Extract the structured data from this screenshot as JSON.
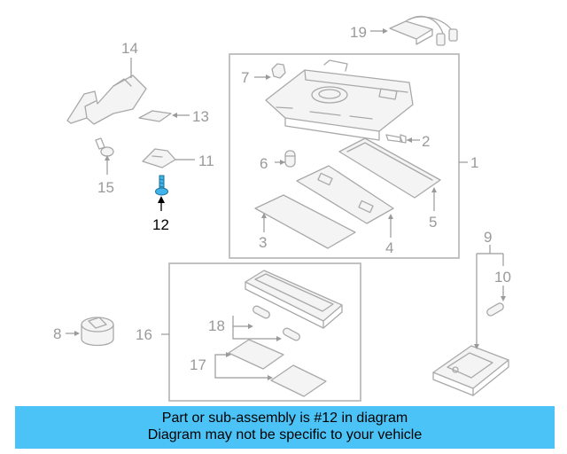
{
  "callouts": {
    "c1": "1",
    "c2": "2",
    "c3": "3",
    "c4": "4",
    "c5": "5",
    "c6": "6",
    "c7": "7",
    "c8": "8",
    "c9": "9",
    "c10": "10",
    "c11": "11",
    "c12": "12",
    "c13": "13",
    "c14": "14",
    "c15": "15",
    "c16": "16",
    "c17": "17",
    "c18": "18",
    "c19": "19"
  },
  "highlighted_part": "12",
  "colors": {
    "highlight": "#3fb4ea",
    "banner": "#4cc3f6",
    "part_lines": "#a9a9a9"
  },
  "banner": {
    "line1": "Part or sub-assembly is #12 in diagram",
    "line2": "Diagram may not be specific to your vehicle"
  }
}
